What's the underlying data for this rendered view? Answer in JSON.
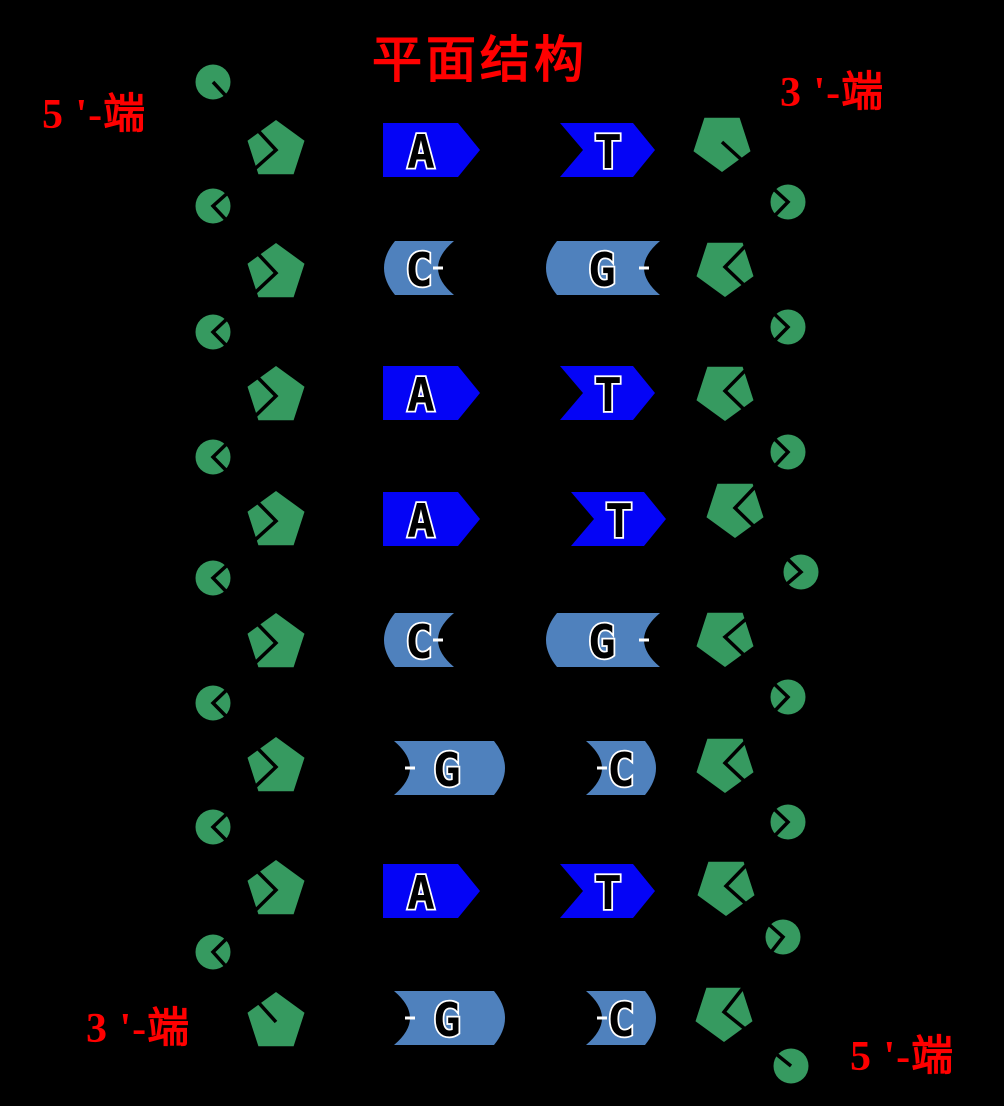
{
  "title": "平面结构",
  "labels": {
    "top_left": "5 '-端",
    "top_right": "3 '-端",
    "bottom_left": "3 '-端",
    "bottom_right": "5 '-端"
  },
  "base_pairs": [
    {
      "left": "A",
      "right": "T",
      "style": "arrow"
    },
    {
      "left": "C",
      "right": "G",
      "style": "round-left"
    },
    {
      "left": "A",
      "right": "T",
      "style": "arrow"
    },
    {
      "left": "A",
      "right": "T",
      "style": "arrow"
    },
    {
      "left": "C",
      "right": "G",
      "style": "round-left"
    },
    {
      "left": "G",
      "right": "C",
      "style": "round-right"
    },
    {
      "left": "A",
      "right": "T",
      "style": "arrow"
    },
    {
      "left": "G",
      "right": "C",
      "style": "round-right"
    }
  ],
  "backbone": {
    "left_strand": {
      "top_end": "5'",
      "bottom_end": "3'",
      "phosphate_count": 8,
      "sugar_count": 8
    },
    "right_strand": {
      "top_end": "3'",
      "bottom_end": "5'",
      "phosphate_count": 8,
      "sugar_count": 8
    }
  },
  "icons": {
    "phosphate": "green-circle-icon",
    "deoxyribose": "green-pentagon-icon"
  },
  "colors": {
    "background": "#000000",
    "label_red": "#FF0000",
    "at_base_blue": "#0404F6",
    "cg_base_blue": "#4F81BD",
    "backbone_green": "#369A60",
    "letter_fill": "#000000",
    "letter_glow": "#FFFFFF",
    "bond_line": "#000000"
  }
}
